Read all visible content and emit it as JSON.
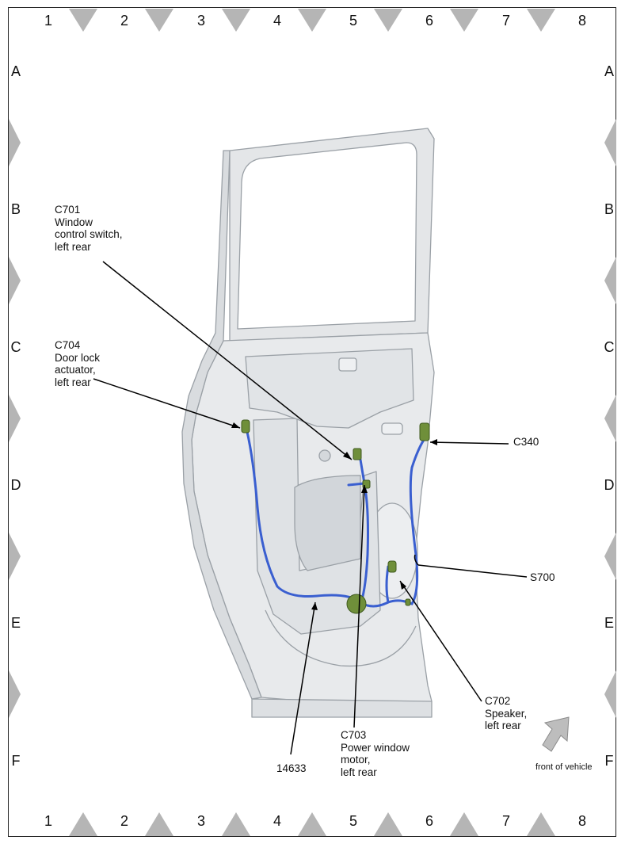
{
  "grid": {
    "columns": [
      "1",
      "2",
      "3",
      "4",
      "5",
      "6",
      "7",
      "8"
    ],
    "rows": [
      "A",
      "B",
      "C",
      "D",
      "E",
      "F"
    ]
  },
  "callouts": {
    "c701": "C701\nWindow\ncontrol switch,\nleft rear",
    "c704": "C704\nDoor lock\nactuator,\nleft rear",
    "c340": "C340",
    "s700": "S700",
    "c702": "C702\nSpeaker,\nleft rear",
    "c703": "C703\nPower window\nmotor,\nleft rear",
    "harness": "14633"
  },
  "orientation": {
    "label": "front of vehicle",
    "icon": "arrow-up-right-icon"
  },
  "colors": {
    "harness": "#3a5fd0",
    "connector": "#6f8f3a",
    "door_fill": "#e4e6e8",
    "door_stroke": "#9aa0a6",
    "marker": "#b5b5b5"
  }
}
